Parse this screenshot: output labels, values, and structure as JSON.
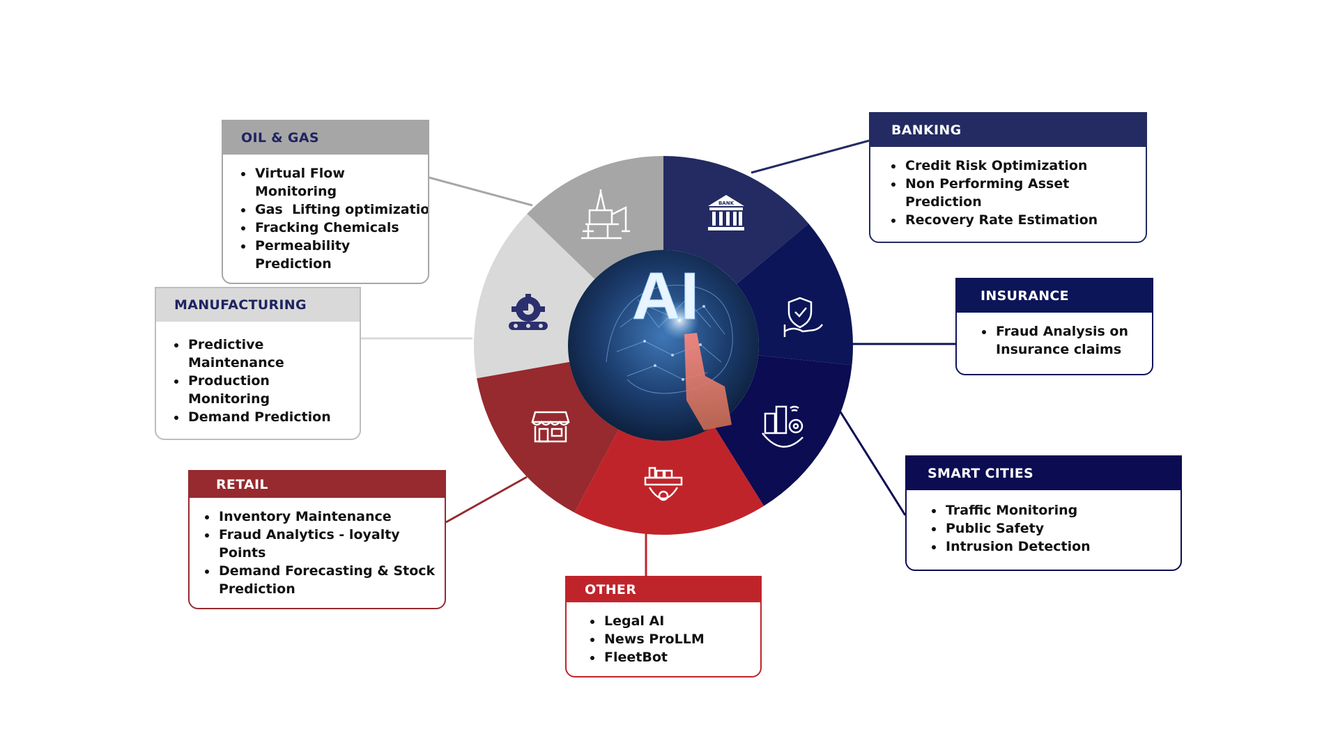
{
  "center": {
    "label": "AI"
  },
  "icons": {
    "oil_gas": "oil-rig-icon",
    "banking": "bank-icon",
    "insurance": "shield-hand-icon",
    "smart_cities": "smart-city-icon",
    "other": "factory-gear-icon",
    "retail": "storefront-icon",
    "manufacturing": "conveyor-gear-icon"
  },
  "bank_icon_label": "BANK",
  "colors": {
    "oil_gas": "#a6a6a6",
    "manufacturing": "#d9d9d9",
    "retail": "#962a2e",
    "other": "#c0242b",
    "banking": "#232b62",
    "insurance": "#0c1558",
    "smart_cities": "#0b0c52"
  },
  "cards": {
    "oil_gas": {
      "title": "OIL & GAS",
      "items": [
        "Virtual Flow Monitoring",
        "Gas  Lifting optimization",
        "Fracking Chemicals",
        "Permeability Prediction"
      ]
    },
    "manufacturing": {
      "title": "MANUFACTURING",
      "items": [
        "Predictive Maintenance",
        "Production Monitoring",
        "Demand Prediction"
      ]
    },
    "retail": {
      "title": "RETAIL",
      "items": [
        "Inventory Maintenance",
        "Fraud Analytics - loyalty Points",
        "Demand Forecasting & Stock Prediction"
      ]
    },
    "other": {
      "title": "OTHER",
      "items": [
        "Legal AI",
        "News ProLLM",
        "FleetBot"
      ]
    },
    "banking": {
      "title": "BANKING",
      "items": [
        "Credit Risk Optimization",
        "Non Performing Asset Prediction",
        "Recovery Rate Estimation"
      ]
    },
    "insurance": {
      "title": "INSURANCE",
      "items": [
        "Fraud Analysis on Insurance claims"
      ]
    },
    "smart_cities": {
      "title": "SMART CITIES",
      "items": [
        "Traffic Monitoring",
        "Public Safety",
        "Intrusion Detection"
      ]
    }
  }
}
